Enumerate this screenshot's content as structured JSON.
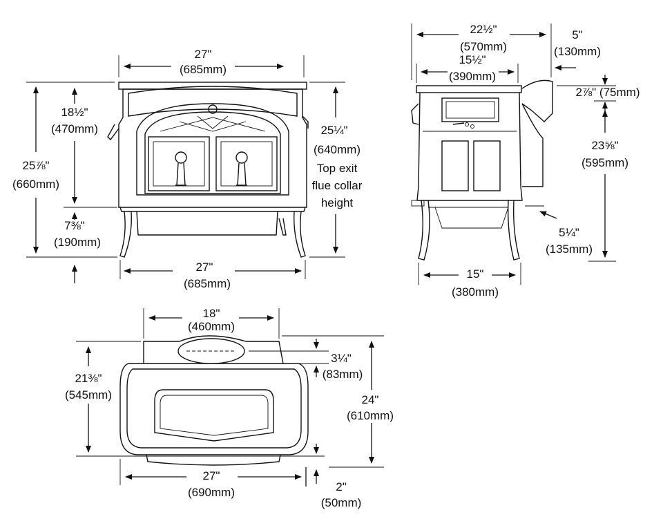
{
  "front_view": {
    "top_width": {
      "in": "27\"",
      "mm": "(685mm)"
    },
    "body_height": {
      "in": "18½\"",
      "mm": "(470mm)"
    },
    "overall_height": {
      "in": "25⅞\"",
      "mm": "(660mm)"
    },
    "flue_height": {
      "in": "25¼\"",
      "mm": "(640mm)",
      "note": [
        "Top exit",
        "flue collar",
        "height"
      ]
    },
    "leg_height": {
      "in": "7⅜\"",
      "mm": "(190mm)"
    },
    "bottom_width": {
      "in": "27\"",
      "mm": "(685mm)"
    }
  },
  "side_view": {
    "overall_depth": {
      "in": "22½\"",
      "mm": "(570mm)"
    },
    "body_depth": {
      "in": "15½\"",
      "mm": "(390mm)"
    },
    "flue_offset": {
      "in": "5\"",
      "mm": "(130mm)"
    },
    "top_to_flue": {
      "in": "2⅞\"",
      "mm": "(75mm)"
    },
    "flue_center_height": {
      "in": "23⅝\"",
      "mm": "(595mm)"
    },
    "rear_leg": {
      "in": "5¼\"",
      "mm": "(135mm)"
    },
    "leg_span": {
      "in": "15\"",
      "mm": "(380mm)"
    }
  },
  "top_view": {
    "rear_width": {
      "in": "18\"",
      "mm": "(460mm)"
    },
    "body_depth": {
      "in": "21⅜\"",
      "mm": "(545mm)"
    },
    "collar_offset": {
      "in": "3¼\"",
      "mm": "(83mm)"
    },
    "overall_depth": {
      "in": "24\"",
      "mm": "(610mm)"
    },
    "front_width": {
      "in": "27\"",
      "mm": "(690mm)"
    },
    "hearth_offset": {
      "in": "2\"",
      "mm": "(50mm)"
    }
  }
}
